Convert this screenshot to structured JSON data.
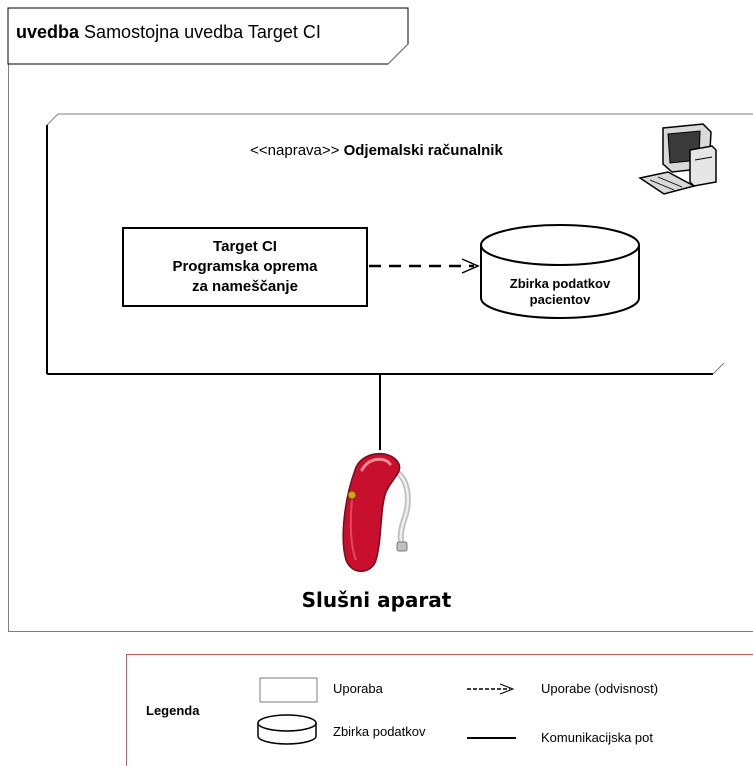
{
  "frame": {
    "keyword": "uvedba",
    "title": "Samostojna uvedba Target CI"
  },
  "device": {
    "stereotype": "<<naprava>>",
    "name": "Odjemalski računalnik",
    "icon": "desktop-computer-icon"
  },
  "component": {
    "lines": [
      "Target CI",
      "Programska oprema",
      "za nameščanje"
    ]
  },
  "database": {
    "lines": [
      "Zbirka podatkov",
      "pacientov"
    ]
  },
  "hearing_aid": {
    "label": "Slušni aparat",
    "icon": "hearing-aid-icon",
    "color": "#c8102e"
  },
  "legend": {
    "title": "Legenda",
    "usage": "Uporaba",
    "database": "Zbirka podatkov",
    "dependency": "Uporabe (odvisnost)",
    "communication": "Komunikacijska pot",
    "border_color": "#c55a5a"
  }
}
